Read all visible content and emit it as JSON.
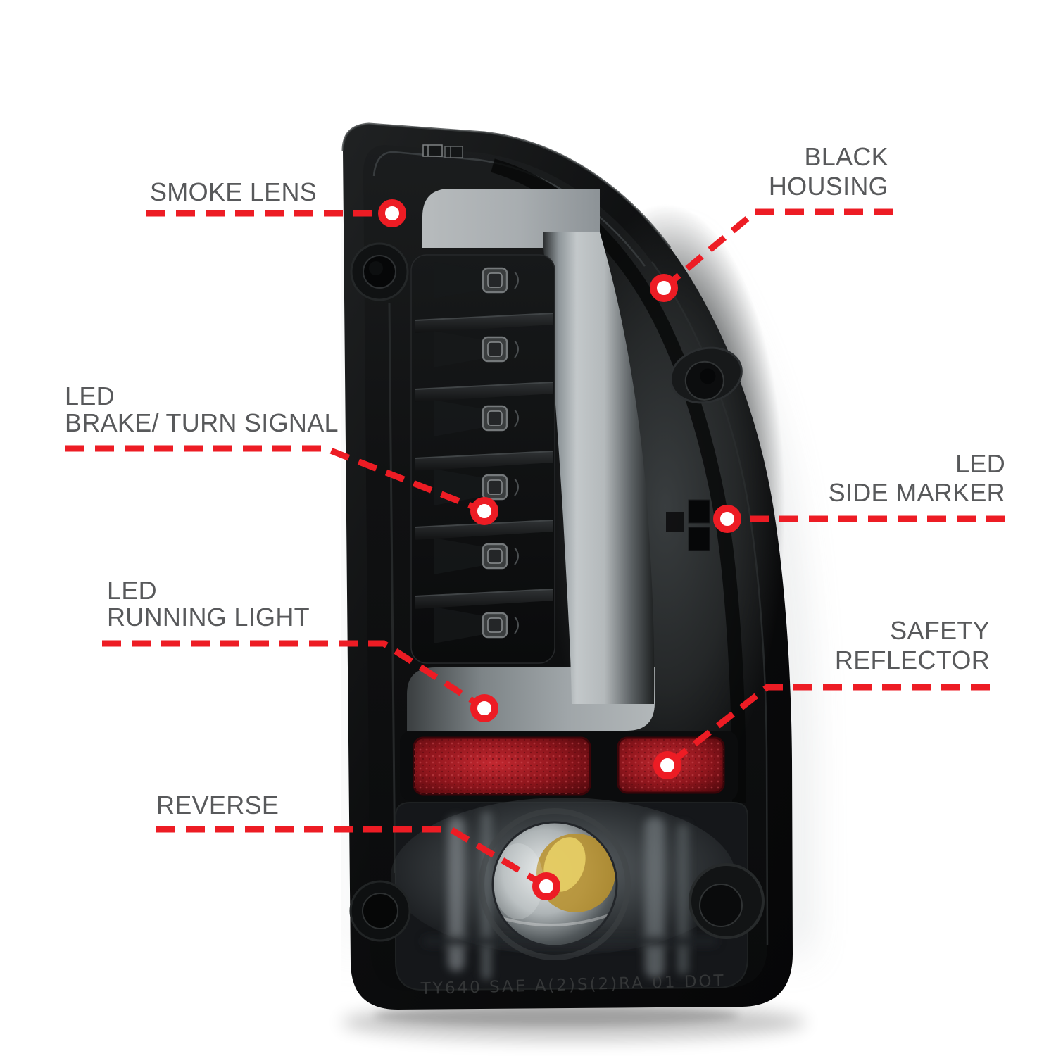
{
  "page": {
    "background": "#ffffff"
  },
  "diagram": {
    "subject": "LED tail light with smoke lens and black housing",
    "colors": {
      "leader_line": "#ed1c24",
      "callout_dot_center": "#ffffff",
      "label_text": "#58595b",
      "housing_black": "#0d0e0f",
      "light_bar_gray": "#c3c8ca",
      "reflector_red": "#a41c24",
      "reverse_bulb_amber": "#c9a133"
    },
    "callouts": [
      {
        "id": "smoke-lens",
        "lines": [
          "SMOKE LENS"
        ]
      },
      {
        "id": "black-housing",
        "lines": [
          "BLACK",
          "HOUSING"
        ]
      },
      {
        "id": "led-brake-turn-signal",
        "lines": [
          "LED",
          "BRAKE/ TURN SIGNAL"
        ]
      },
      {
        "id": "led-side-marker",
        "lines": [
          "LED",
          "SIDE MARKER"
        ]
      },
      {
        "id": "led-running-light",
        "lines": [
          "LED",
          "RUNNING LIGHT"
        ]
      },
      {
        "id": "safety-reflector",
        "lines": [
          "SAFETY",
          "REFLECTOR"
        ]
      },
      {
        "id": "reverse",
        "lines": [
          "REVERSE"
        ]
      }
    ],
    "embossed_text": "TY640 SAE A(2)S(2)RA 01 DOT"
  }
}
